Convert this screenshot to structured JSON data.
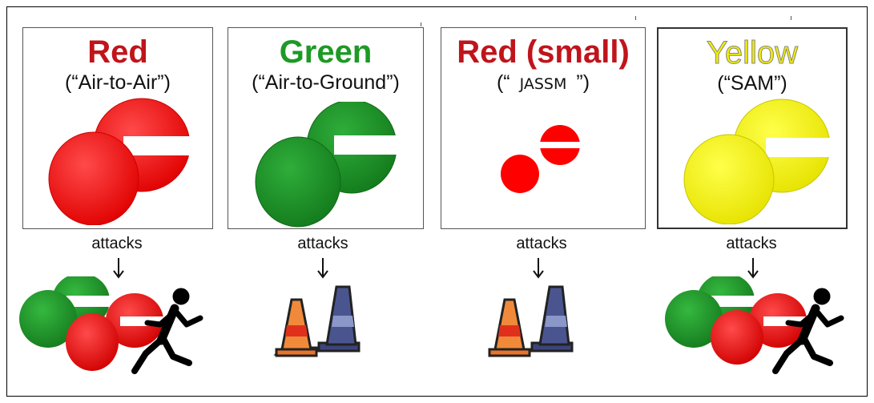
{
  "panels": [
    {
      "title": "Red",
      "subtitle": "(“Air-to-Air”)",
      "title_color": "#c0141b",
      "disc_color": "#ff1a1a",
      "disc_dark": "#d40000",
      "action": "attacks",
      "target": "aircraft-and-runner"
    },
    {
      "title": "Green",
      "subtitle": "(“Air-to-Ground”)",
      "title_color": "#1d9a25",
      "disc_color": "#1f9a2a",
      "disc_dark": "#157a1e",
      "action": "attacks",
      "target": "traffic-cones"
    },
    {
      "title": "Red (small)",
      "subtitle_open": "(“",
      "subtitle_mid": "JASSM",
      "subtitle_close": "”)",
      "title_color": "#c0141b",
      "disc_color": "#ff1a1a",
      "disc_dark": "#d40000",
      "action": "attacks",
      "target": "traffic-cones"
    },
    {
      "title": "Yellow",
      "subtitle": "(“SAM”)",
      "title_color": "#f2ee00",
      "disc_color": "#f6f20a",
      "disc_dark": "#d8d400",
      "action": "attacks",
      "target": "aircraft-and-runner"
    }
  ]
}
